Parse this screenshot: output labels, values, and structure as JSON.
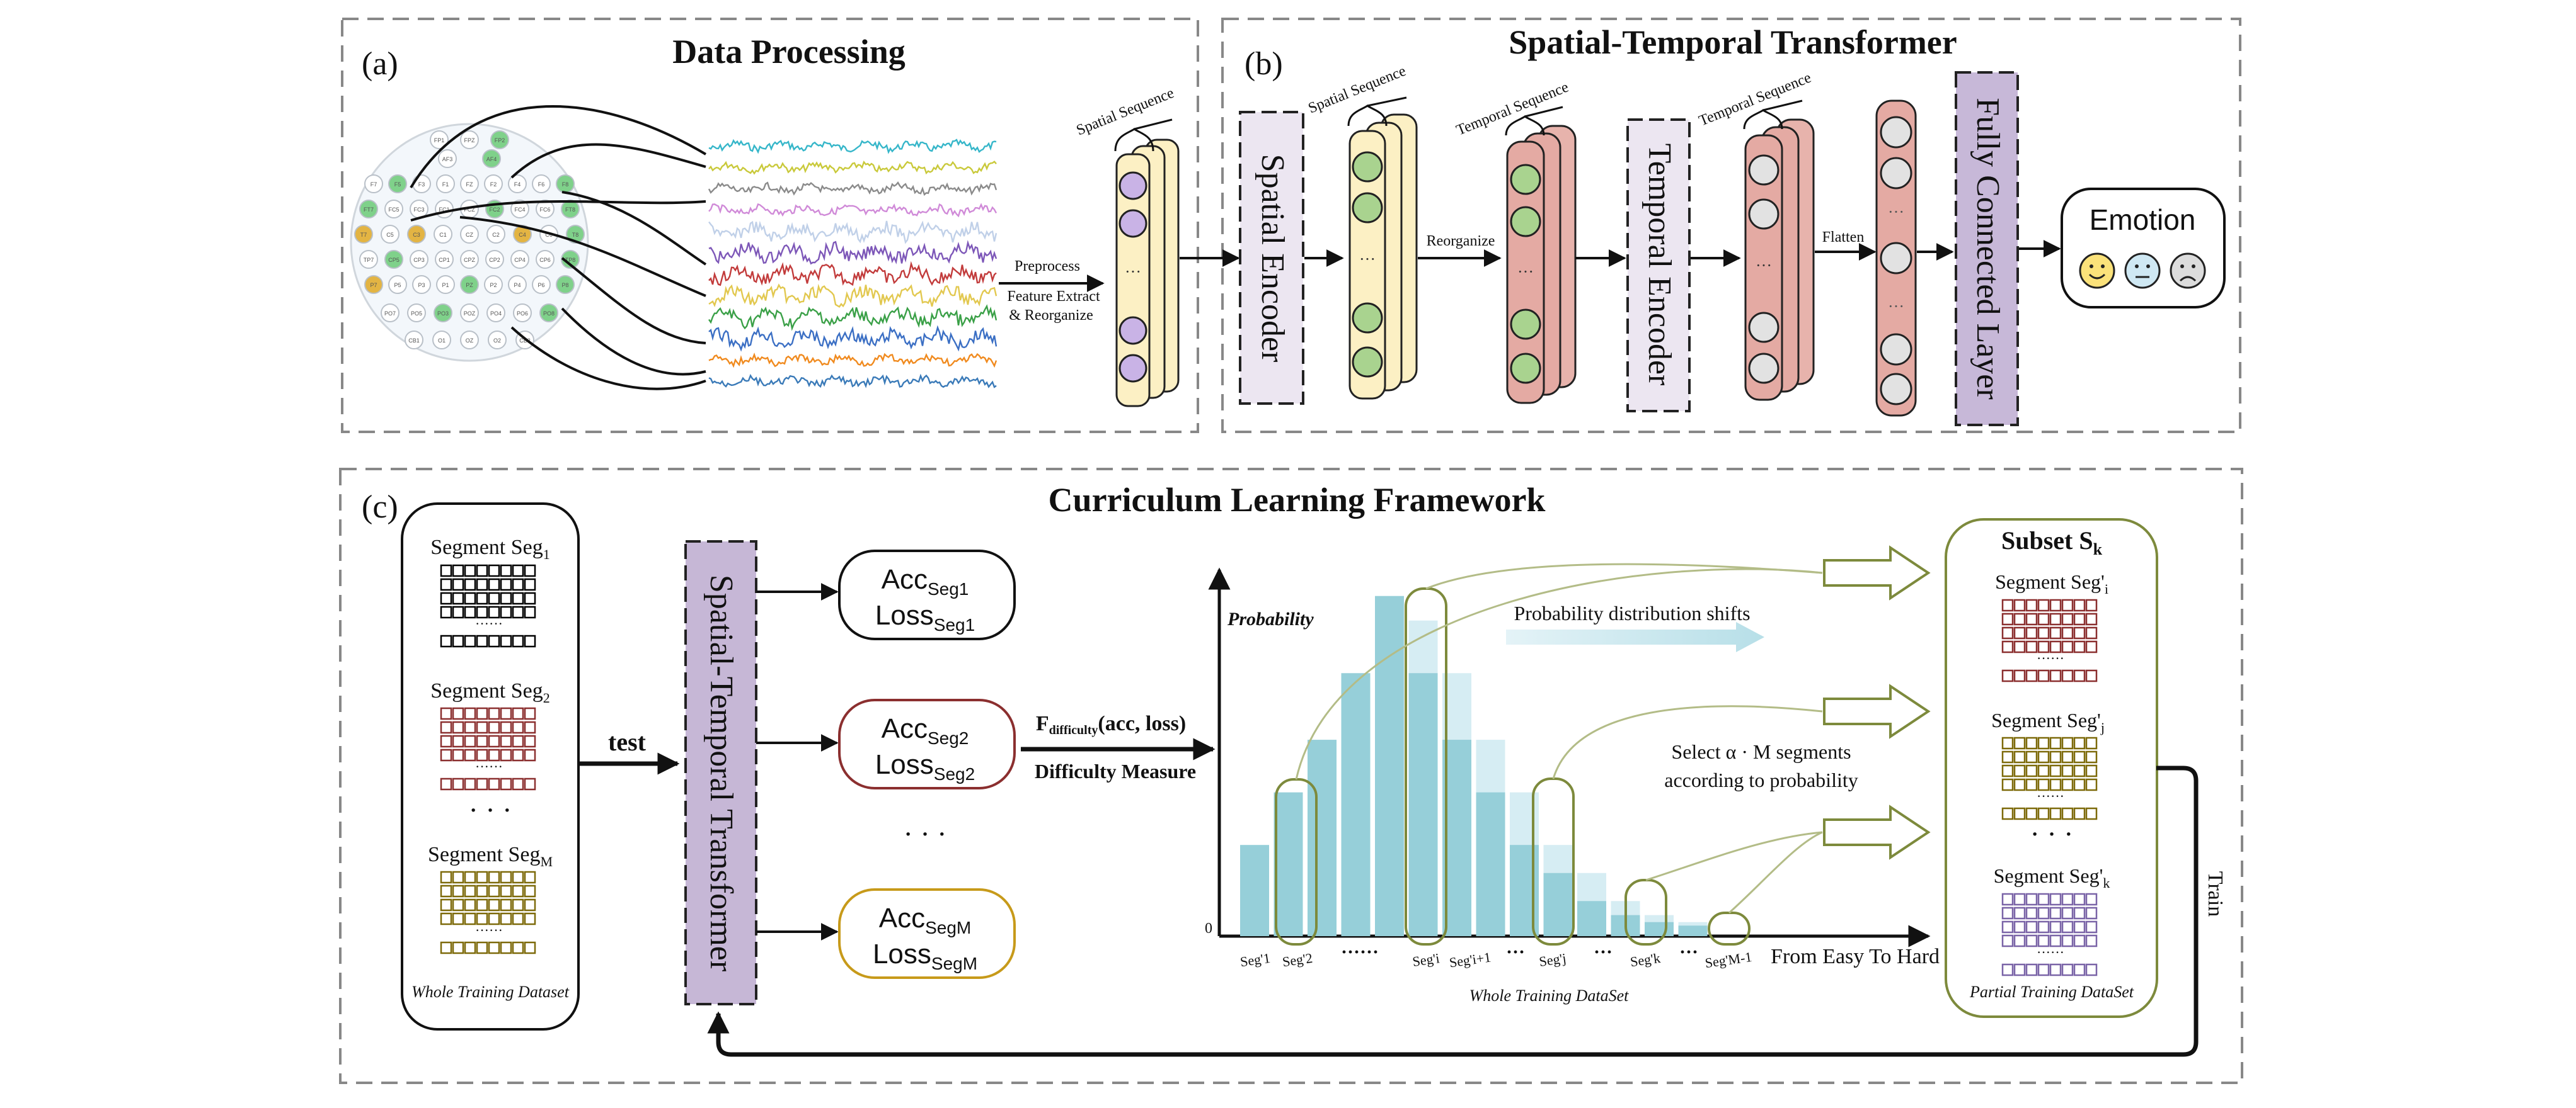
{
  "panel_a": {
    "tag": "(a)",
    "title": "Data Processing",
    "seq_label": "Spatial Sequence",
    "arrow_lines": [
      "Preprocess",
      "Feature Extract",
      "& Reorganize"
    ],
    "electrode_labels": [
      "FP1",
      "FPZ",
      "FP2",
      "AF3",
      "AF4",
      "F7",
      "F5",
      "F3",
      "F1",
      "FZ",
      "F2",
      "F4",
      "F6",
      "F8",
      "FT7",
      "FC5",
      "FC3",
      "FC1",
      "FCZ",
      "FC2",
      "FC4",
      "FC6",
      "FT8",
      "T7",
      "C5",
      "C3",
      "C1",
      "CZ",
      "C2",
      "C4",
      "C6",
      "T8",
      "TP7",
      "CP5",
      "CP3",
      "CP1",
      "CPZ",
      "CP2",
      "CP4",
      "CP6",
      "TP8",
      "P7",
      "P5",
      "P3",
      "P1",
      "PZ",
      "P2",
      "P4",
      "P6",
      "P8",
      "PO7",
      "PO5",
      "PO3",
      "POZ",
      "PO4",
      "PO6",
      "PO8",
      "CB1",
      "O1",
      "OZ",
      "O2",
      "CB2"
    ]
  },
  "panel_b": {
    "tag": "(b)",
    "title": "Spatial-Temporal  Transformer",
    "spatial_encoder": "Spatial Encoder",
    "temporal_encoder": "Temporal Encoder",
    "fc_layer": "Fully  Connected  Layer",
    "seq_spatial": "Spatial Sequence",
    "seq_temporal_1": "Temporal Sequence",
    "seq_temporal_2": "Temporal Sequence",
    "reorganize": "Reorganize",
    "flatten": "Flatten",
    "emotion": "Emotion"
  },
  "panel_c": {
    "tag": "(c)",
    "title": "Curriculum Learning Framework",
    "dataset": {
      "seg1": "Segment Seg",
      "seg1_sub": "1",
      "seg2": "Segment Seg",
      "seg2_sub": "2",
      "segm": "Segment Seg",
      "segm_sub": "M",
      "caption": "Whole Training Dataset"
    },
    "test": "test",
    "st_transformer": "Spatial-Temporal Transformer",
    "results": [
      {
        "acc": "Acc",
        "acc_sub": "Seg1",
        "loss": "Loss",
        "loss_sub": "Seg1"
      },
      {
        "acc": "Acc",
        "acc_sub": "Seg2",
        "loss": "Loss",
        "loss_sub": "Seg2"
      },
      {
        "acc": "Acc",
        "acc_sub": "SegM",
        "loss": "Loss",
        "loss_sub": "SegM"
      }
    ],
    "f_difficulty": "F",
    "f_sub": "difficulty",
    "f_args": "(acc, loss)",
    "difficulty_measure": "Difficulty Measure",
    "chart": {
      "ylabel": "Probability",
      "zero": "0",
      "xlabel": "From Easy To Hard",
      "caption": "Whole Training DataSet",
      "shift_label": "Probability distribution shifts",
      "select_line1": "Select  α · M segments",
      "select_line2": "according to probability"
    },
    "subset": {
      "title": "Subset S",
      "title_sub": "k",
      "seg_i": "Segment Seg'",
      "seg_i_sub": "i",
      "seg_j": "Segment Seg'",
      "seg_j_sub": "j",
      "seg_k": "Segment Seg'",
      "seg_k_sub": "k",
      "caption": "Partial Training DataSet"
    },
    "train": "Train"
  },
  "chart_data": {
    "type": "bar",
    "xlabel": "From Easy To Hard",
    "ylabel": "Probability",
    "tick_labels": [
      "Seg'1",
      "Seg'2",
      "······",
      "Seg'i",
      "Seg'i+1",
      "···",
      "Seg'j",
      "···",
      "Seg'k",
      "···",
      "Seg'M-1"
    ],
    "series": [
      {
        "values": [
          0.26,
          0.41,
          0.56,
          0.75,
          0.97,
          0.75,
          0.56,
          0.41,
          0.26,
          0.18,
          0.1,
          0.06,
          0.04,
          0.03
        ]
      },
      {
        "values": [
          0.0,
          0.0,
          0.0,
          0.0,
          0.0,
          0.9,
          0.75,
          0.56,
          0.41,
          0.26,
          0.18,
          0.1,
          0.06,
          0.04
        ]
      }
    ],
    "ylim": [
      0,
      1.0
    ]
  },
  "colors": {
    "panel_border": "#888888",
    "encoder_fill": "#ece6f1",
    "fc_fill": "#c7b8d8",
    "st_fill": "#c6b7d6",
    "spatial_col": "#fcf0c4",
    "temporal_col": "#e4aaa3",
    "bar_main": "#96cfd9",
    "bar_light": "#d6edf3",
    "olive": "#7d8a3c",
    "seg1": "#000000",
    "seg2": "#8b2f2f",
    "segm": "#7d6a0a",
    "seg_k": "#7a64a7"
  }
}
